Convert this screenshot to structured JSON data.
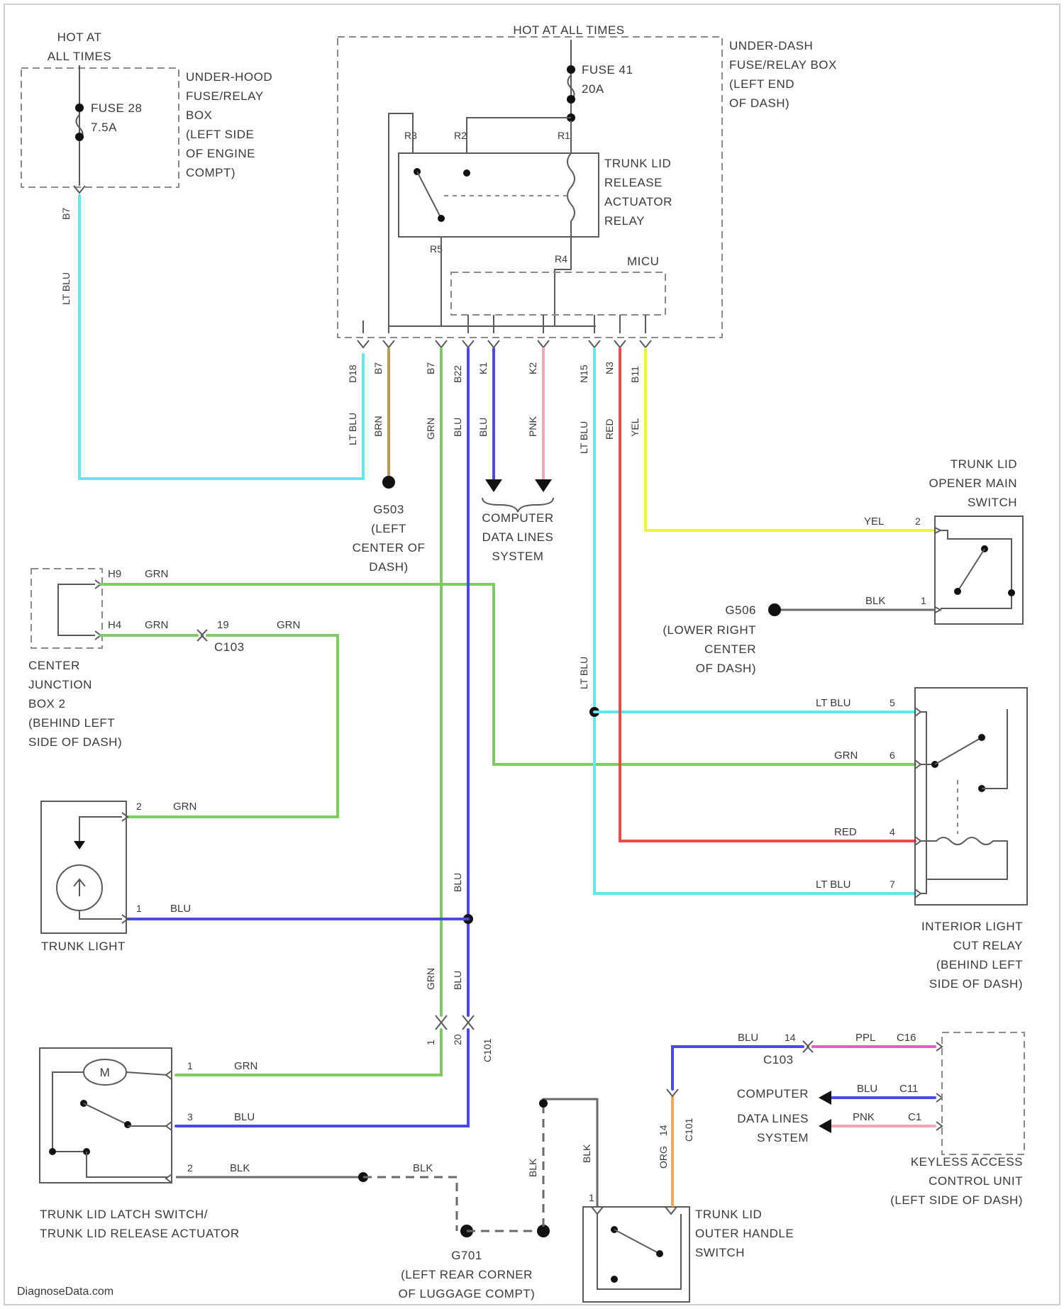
{
  "colors": {
    "lt_blu": "#5ee8f0",
    "grn": "#7ecb62",
    "blu": "#4a4ae6",
    "pnk": "#f2a8b8",
    "yel": "#f2f23a",
    "red": "#ee4a4a",
    "brn": "#b89a5a",
    "org": "#f0a85a",
    "ppl": "#e85ad0",
    "blk": "#6a6a6a"
  },
  "under_hood": {
    "hot": [
      "HOT AT",
      "ALL TIMES"
    ],
    "fuse": [
      "FUSE 28",
      "7.5A"
    ],
    "title": [
      "UNDER-HOOD",
      "FUSE/RELAY",
      "BOX",
      "(LEFT SIDE",
      "OF ENGINE",
      "COMPT)"
    ],
    "pin": "B7",
    "wire": "LT BLU"
  },
  "under_dash": {
    "hot": "HOT AT ALL TIMES",
    "fuse": [
      "FUSE 41",
      "20A"
    ],
    "title": [
      "UNDER-DASH",
      "FUSE/RELAY BOX",
      "(LEFT END",
      "OF DASH)"
    ],
    "relay": [
      "TRUNK LID",
      "RELEASE",
      "ACTUATOR",
      "RELAY"
    ],
    "micu": "MICU",
    "relay_pins": [
      "R3",
      "R2",
      "R1",
      "R5",
      "R4"
    ]
  },
  "connectors": [
    {
      "pin": "D18",
      "wire": "LT BLU"
    },
    {
      "pin": "B7",
      "wire": "BRN"
    },
    {
      "pin": "B7",
      "wire": "GRN"
    },
    {
      "pin": "B22",
      "wire": "BLU"
    },
    {
      "pin": "K1",
      "wire": "BLU"
    },
    {
      "pin": "K2",
      "wire": "PNK"
    },
    {
      "pin": "N15",
      "wire": "LT BLU"
    },
    {
      "pin": "N3",
      "wire": "RED"
    },
    {
      "pin": "B11",
      "wire": "YEL"
    }
  ],
  "g503": [
    "G503",
    "(LEFT",
    "CENTER OF",
    "DASH)"
  ],
  "comp_data": [
    "COMPUTER",
    "DATA LINES",
    "SYSTEM"
  ],
  "opener": {
    "title": [
      "TRUNK LID",
      "OPENER MAIN",
      "SWITCH"
    ],
    "yel": "YEL",
    "pin2": "2",
    "blk": "BLK",
    "pin1": "1",
    "ground": [
      "G506",
      "(LOWER RIGHT",
      "CENTER",
      "OF DASH)"
    ]
  },
  "junction": {
    "title": [
      "CENTER",
      "JUNCTION",
      "BOX 2",
      "(BEHIND LEFT",
      "SIDE OF DASH)"
    ],
    "h9": "H9",
    "h4": "H4",
    "grn": "GRN",
    "c103_pin": "19",
    "c103": "C103"
  },
  "interior_relay": {
    "title": [
      "INTERIOR LIGHT",
      "CUT RELAY",
      "(BEHIND LEFT",
      "SIDE OF DASH)"
    ],
    "wires": [
      {
        "color": "LT BLU",
        "pin": "5"
      },
      {
        "color": "GRN",
        "pin": "6"
      },
      {
        "color": "RED",
        "pin": "4"
      },
      {
        "color": "LT BLU",
        "pin": "7"
      }
    ],
    "feed_label": "LT BLU"
  },
  "trunk_light": {
    "title": "TRUNK LIGHT",
    "pin2": "2",
    "pin1": "1",
    "grn": "GRN",
    "blu": "BLU"
  },
  "vertical_labels": {
    "blu": "BLU",
    "grn": "GRN"
  },
  "c101": {
    "name": "C101",
    "pin_a": "1",
    "pin_b": "20"
  },
  "latch": {
    "title": [
      "TRUNK LID LATCH SWITCH/",
      "TRUNK LID RELEASE ACTUATOR"
    ],
    "motor": "M",
    "wires": [
      {
        "pin": "1",
        "color": "GRN"
      },
      {
        "pin": "3",
        "color": "BLU"
      },
      {
        "pin": "2",
        "color": "BLK"
      }
    ],
    "blk2": "BLK"
  },
  "g701": [
    "G701",
    "(LEFT REAR CORNER",
    "OF LUGGAGE COMPT)"
  ],
  "handle": {
    "title": [
      "TRUNK LID",
      "OUTER HANDLE",
      "SWITCH"
    ],
    "blk": "BLK",
    "pin": "1"
  },
  "c101b": {
    "name": "C101",
    "pin": "14",
    "wire": "ORG"
  },
  "keyless": {
    "title": [
      "KEYLESS ACCESS",
      "CONTROL UNIT",
      "(LEFT SIDE OF DASH)"
    ],
    "blu": "BLU",
    "c103": "C103",
    "c103_pin": "14",
    "ppl": "PPL",
    "c16": "C16",
    "blu2": "BLU",
    "c11": "C11",
    "pnk": "PNK",
    "c1": "C1",
    "comp": [
      "COMPUTER",
      "DATA LINES",
      "SYSTEM"
    ]
  },
  "footer": "DiagnoseData.com"
}
